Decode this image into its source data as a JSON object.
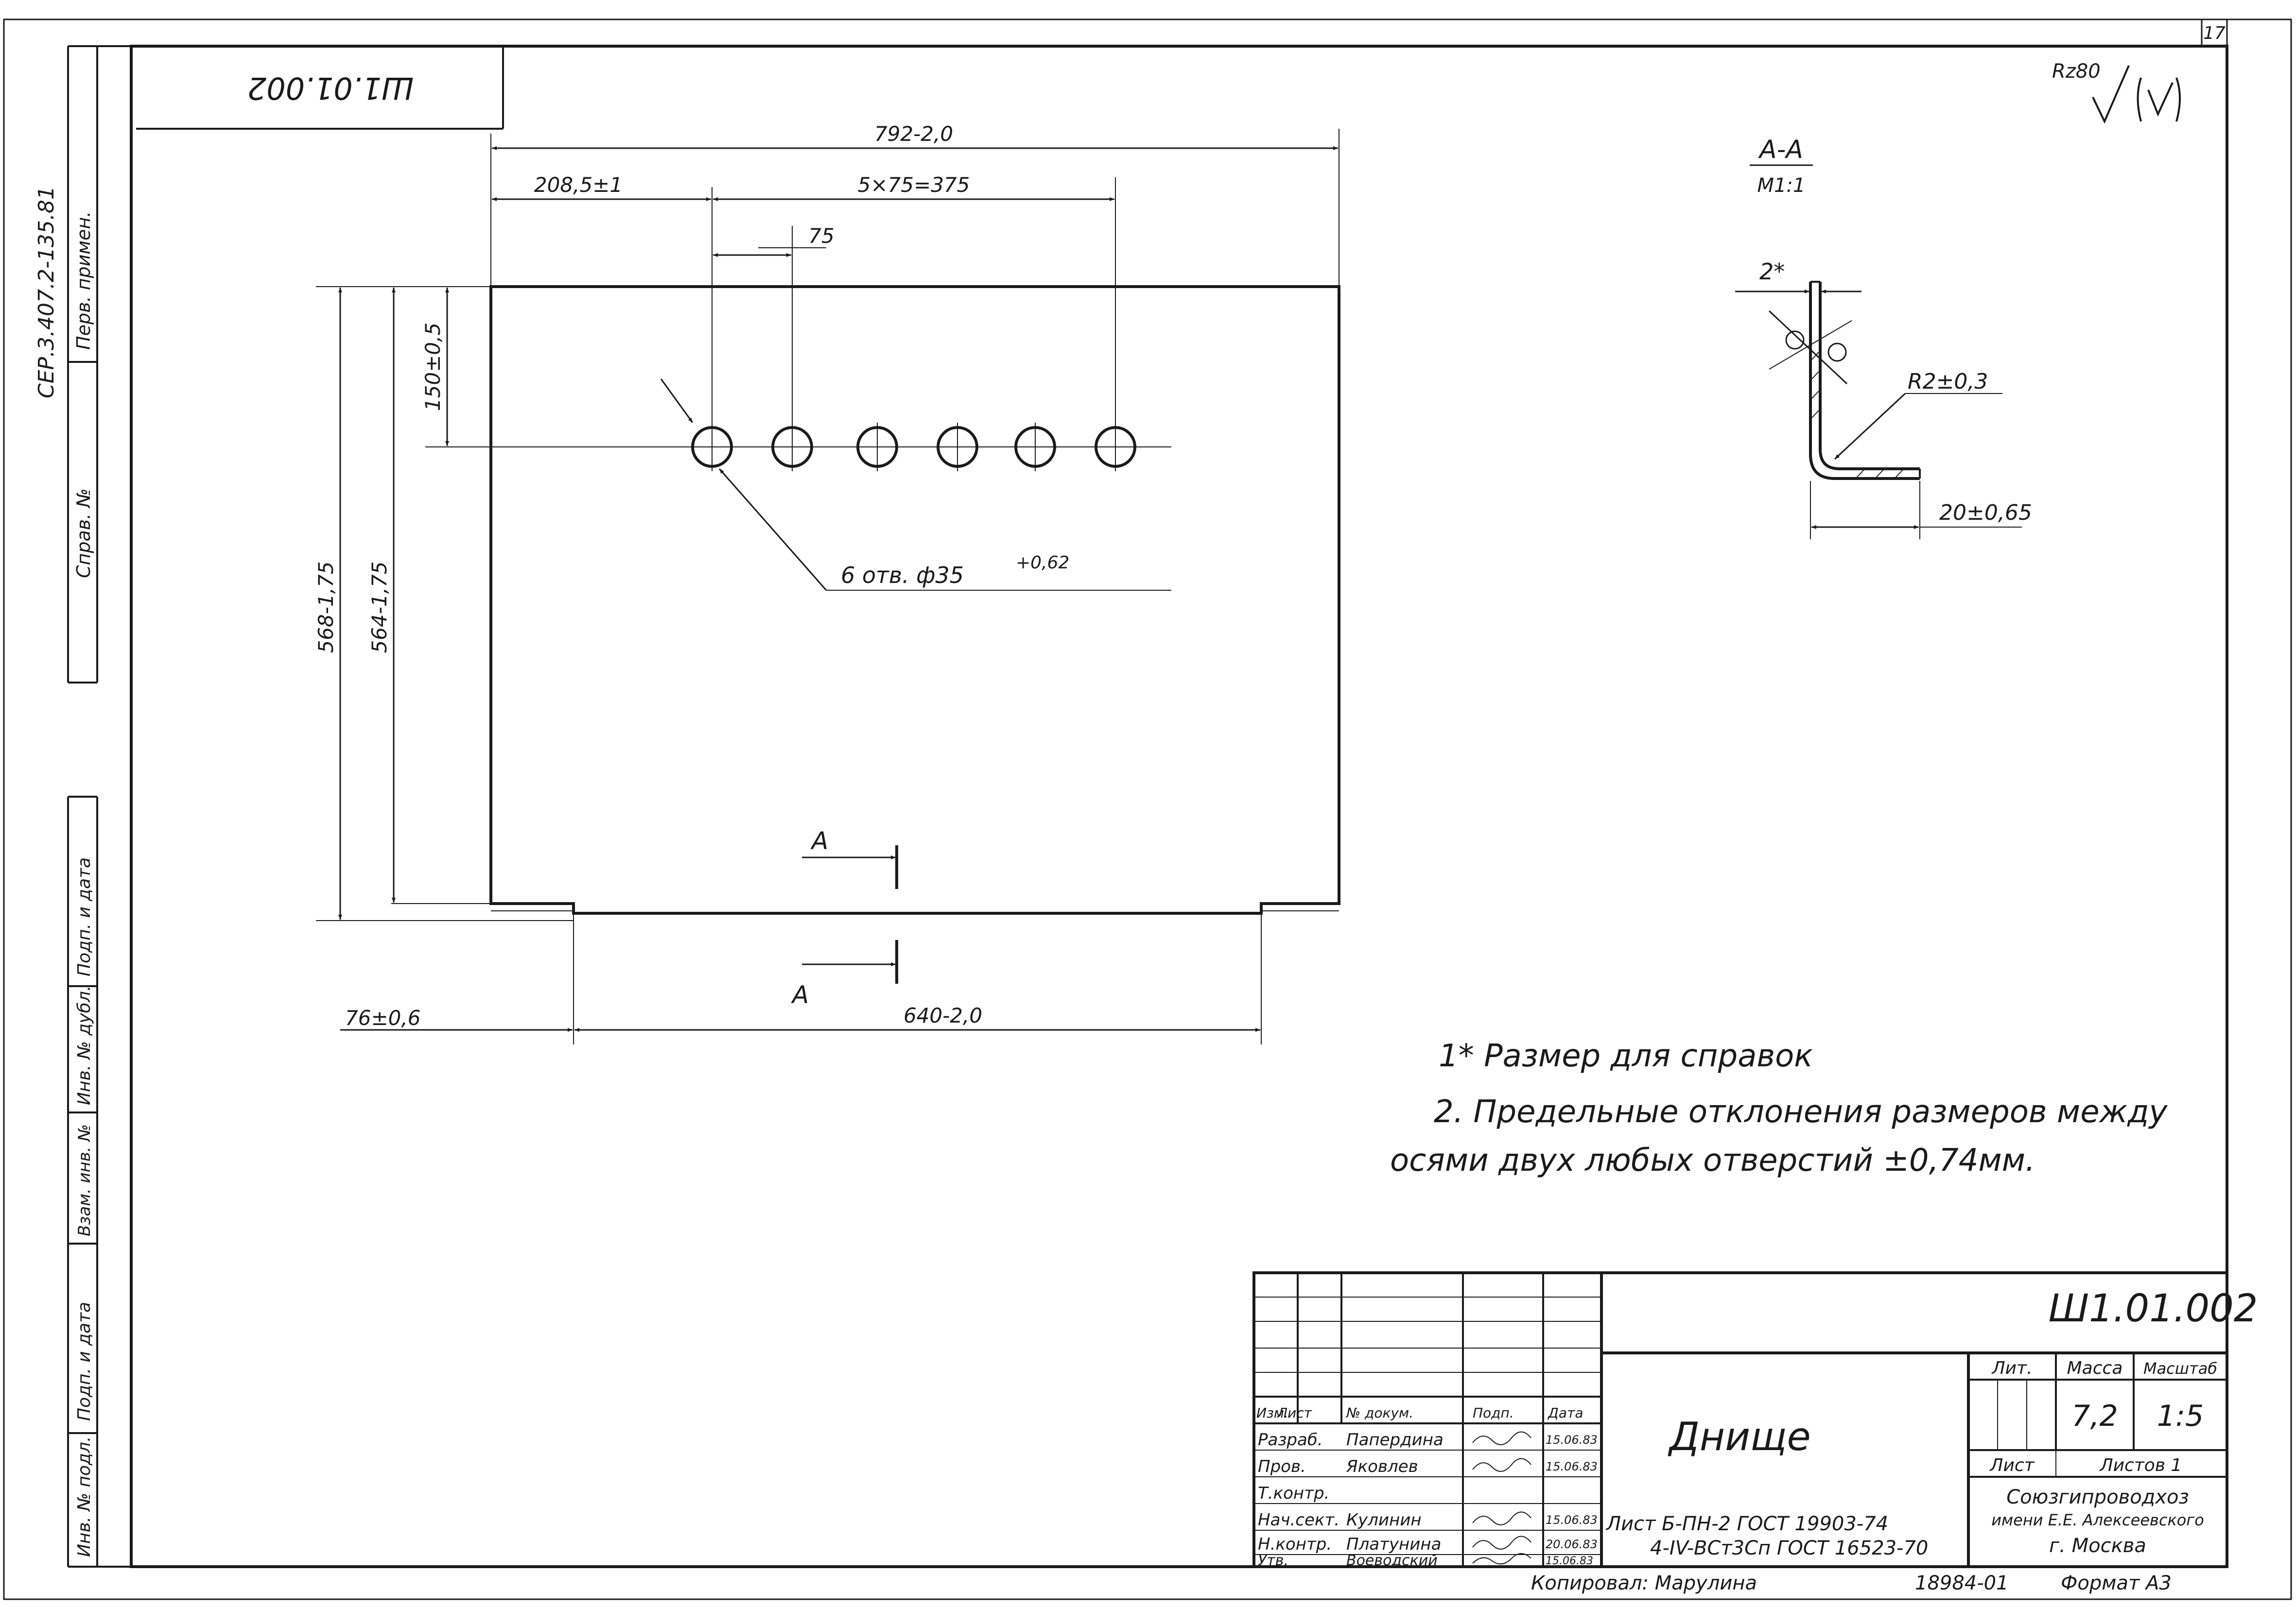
{
  "sheet_number": "17",
  "series_code": "СЕР.3.407.2-135.81",
  "stamp_top": "Ш1.01.002",
  "roughness": {
    "label": "Rz80",
    "symbol": "√(√)"
  },
  "left_margin": {
    "first_use": "Перв. примен.",
    "ref_no": "Справ. №",
    "sign_date": "Подп. и дата",
    "inv_dupl": "Инв. № дубл.",
    "replace_inv": "Взам. инв. №",
    "sign_date2": "Подп. и дата",
    "inv_orig": "Инв. № подл."
  },
  "dimensions": {
    "overall_width": "792-2,0",
    "left_offset": "208,5±1",
    "pitch_total": "5×75=375",
    "pitch": "75",
    "hole_offset": "150±0,5",
    "height_outer": "568-1,75",
    "height_inner": "564-1,75",
    "holes": "6 отв. ф35",
    "holes_tol": "+0,62",
    "bottom_offset": "76±0,6",
    "bottom_width": "640-2,0"
  },
  "section": {
    "marker": "А",
    "title": "А-А",
    "scale": "М1:1",
    "thickness": "2*",
    "radius": "R2±0,3",
    "flange": "20±0,65"
  },
  "notes": [
    "1* Размер для справок",
    "2. Предельные отклонения размеров между",
    "осями двух любых отверстий ±0,74мм."
  ],
  "title_block": {
    "doc_code": "Ш1.01.002",
    "title": "Днище",
    "material_line1": "Лист  Б-ПН-2 ГОСТ 19903-74",
    "material_line2": "4-IV-ВСт3Сп ГОСТ 16523-70",
    "lit_header": "Лит.",
    "mass_header": "Масса",
    "scale_header": "Масштаб",
    "mass": "7,2",
    "scale": "1:5",
    "sheet_label": "Лист",
    "sheets_label": "Листов 1",
    "org_line1": "Союзгипроводхоз",
    "org_line2": "имени Е.Е. Алексеевского",
    "org_line3": "г. Москва",
    "col_headers": [
      "Изм.",
      "Лист",
      "№ докум.",
      "Подп.",
      "Дата"
    ],
    "rows": [
      {
        "role": "Разраб.",
        "name": "Папердина",
        "date": "15.06.83"
      },
      {
        "role": "Пров.",
        "name": "Яковлев",
        "date": "15.06.83"
      },
      {
        "role": "Т.контр.",
        "name": "",
        "date": ""
      },
      {
        "role": "Нач.сект.",
        "name": "Кулинин",
        "date": "15.06.83"
      },
      {
        "role": "Н.контр.",
        "name": "Платунина",
        "date": "20.06.83"
      },
      {
        "role": "Утв.",
        "name": "Воеводский",
        "date": "15.06.83"
      }
    ]
  },
  "footer": {
    "copied": "Копировал: Марулина",
    "archive": "18984-01",
    "format": "Формат А3"
  }
}
